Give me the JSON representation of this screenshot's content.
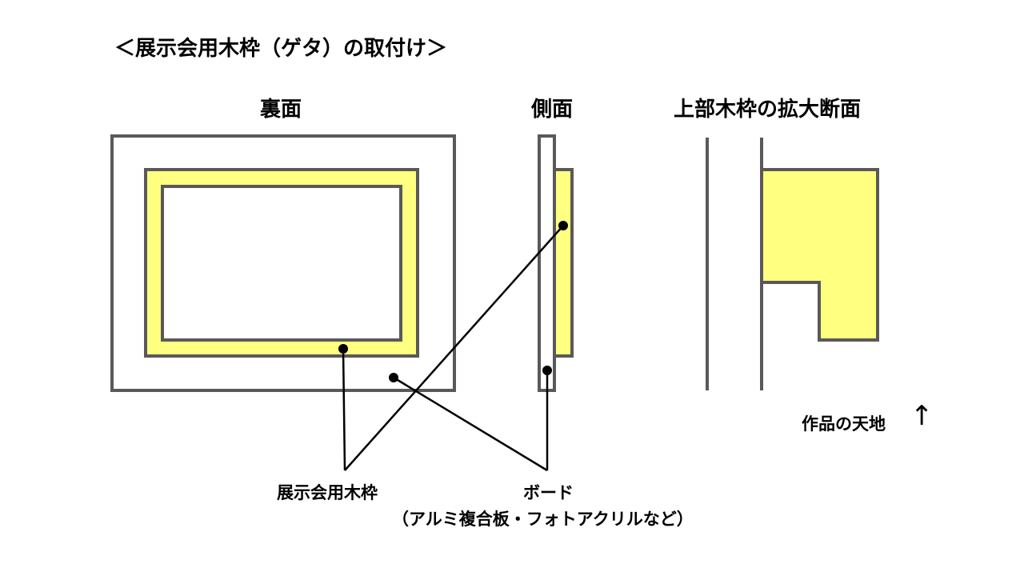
{
  "title": "＜展示会用木枠（ゲタ）の取付け＞",
  "views": {
    "back": "裏面",
    "side": "側面",
    "section": "上部木枠の拡大断面"
  },
  "labels": {
    "frame": "展示会用木枠",
    "board": "ボード",
    "board_detail": "（アルミ複合板・フォトアクリルなど）",
    "orientation": "作品の天地",
    "arrow": "↑"
  },
  "colors": {
    "outline": "#595959",
    "frame_fill": "#ffff80",
    "board_fill": "#ffffff",
    "leader": "#000000"
  }
}
